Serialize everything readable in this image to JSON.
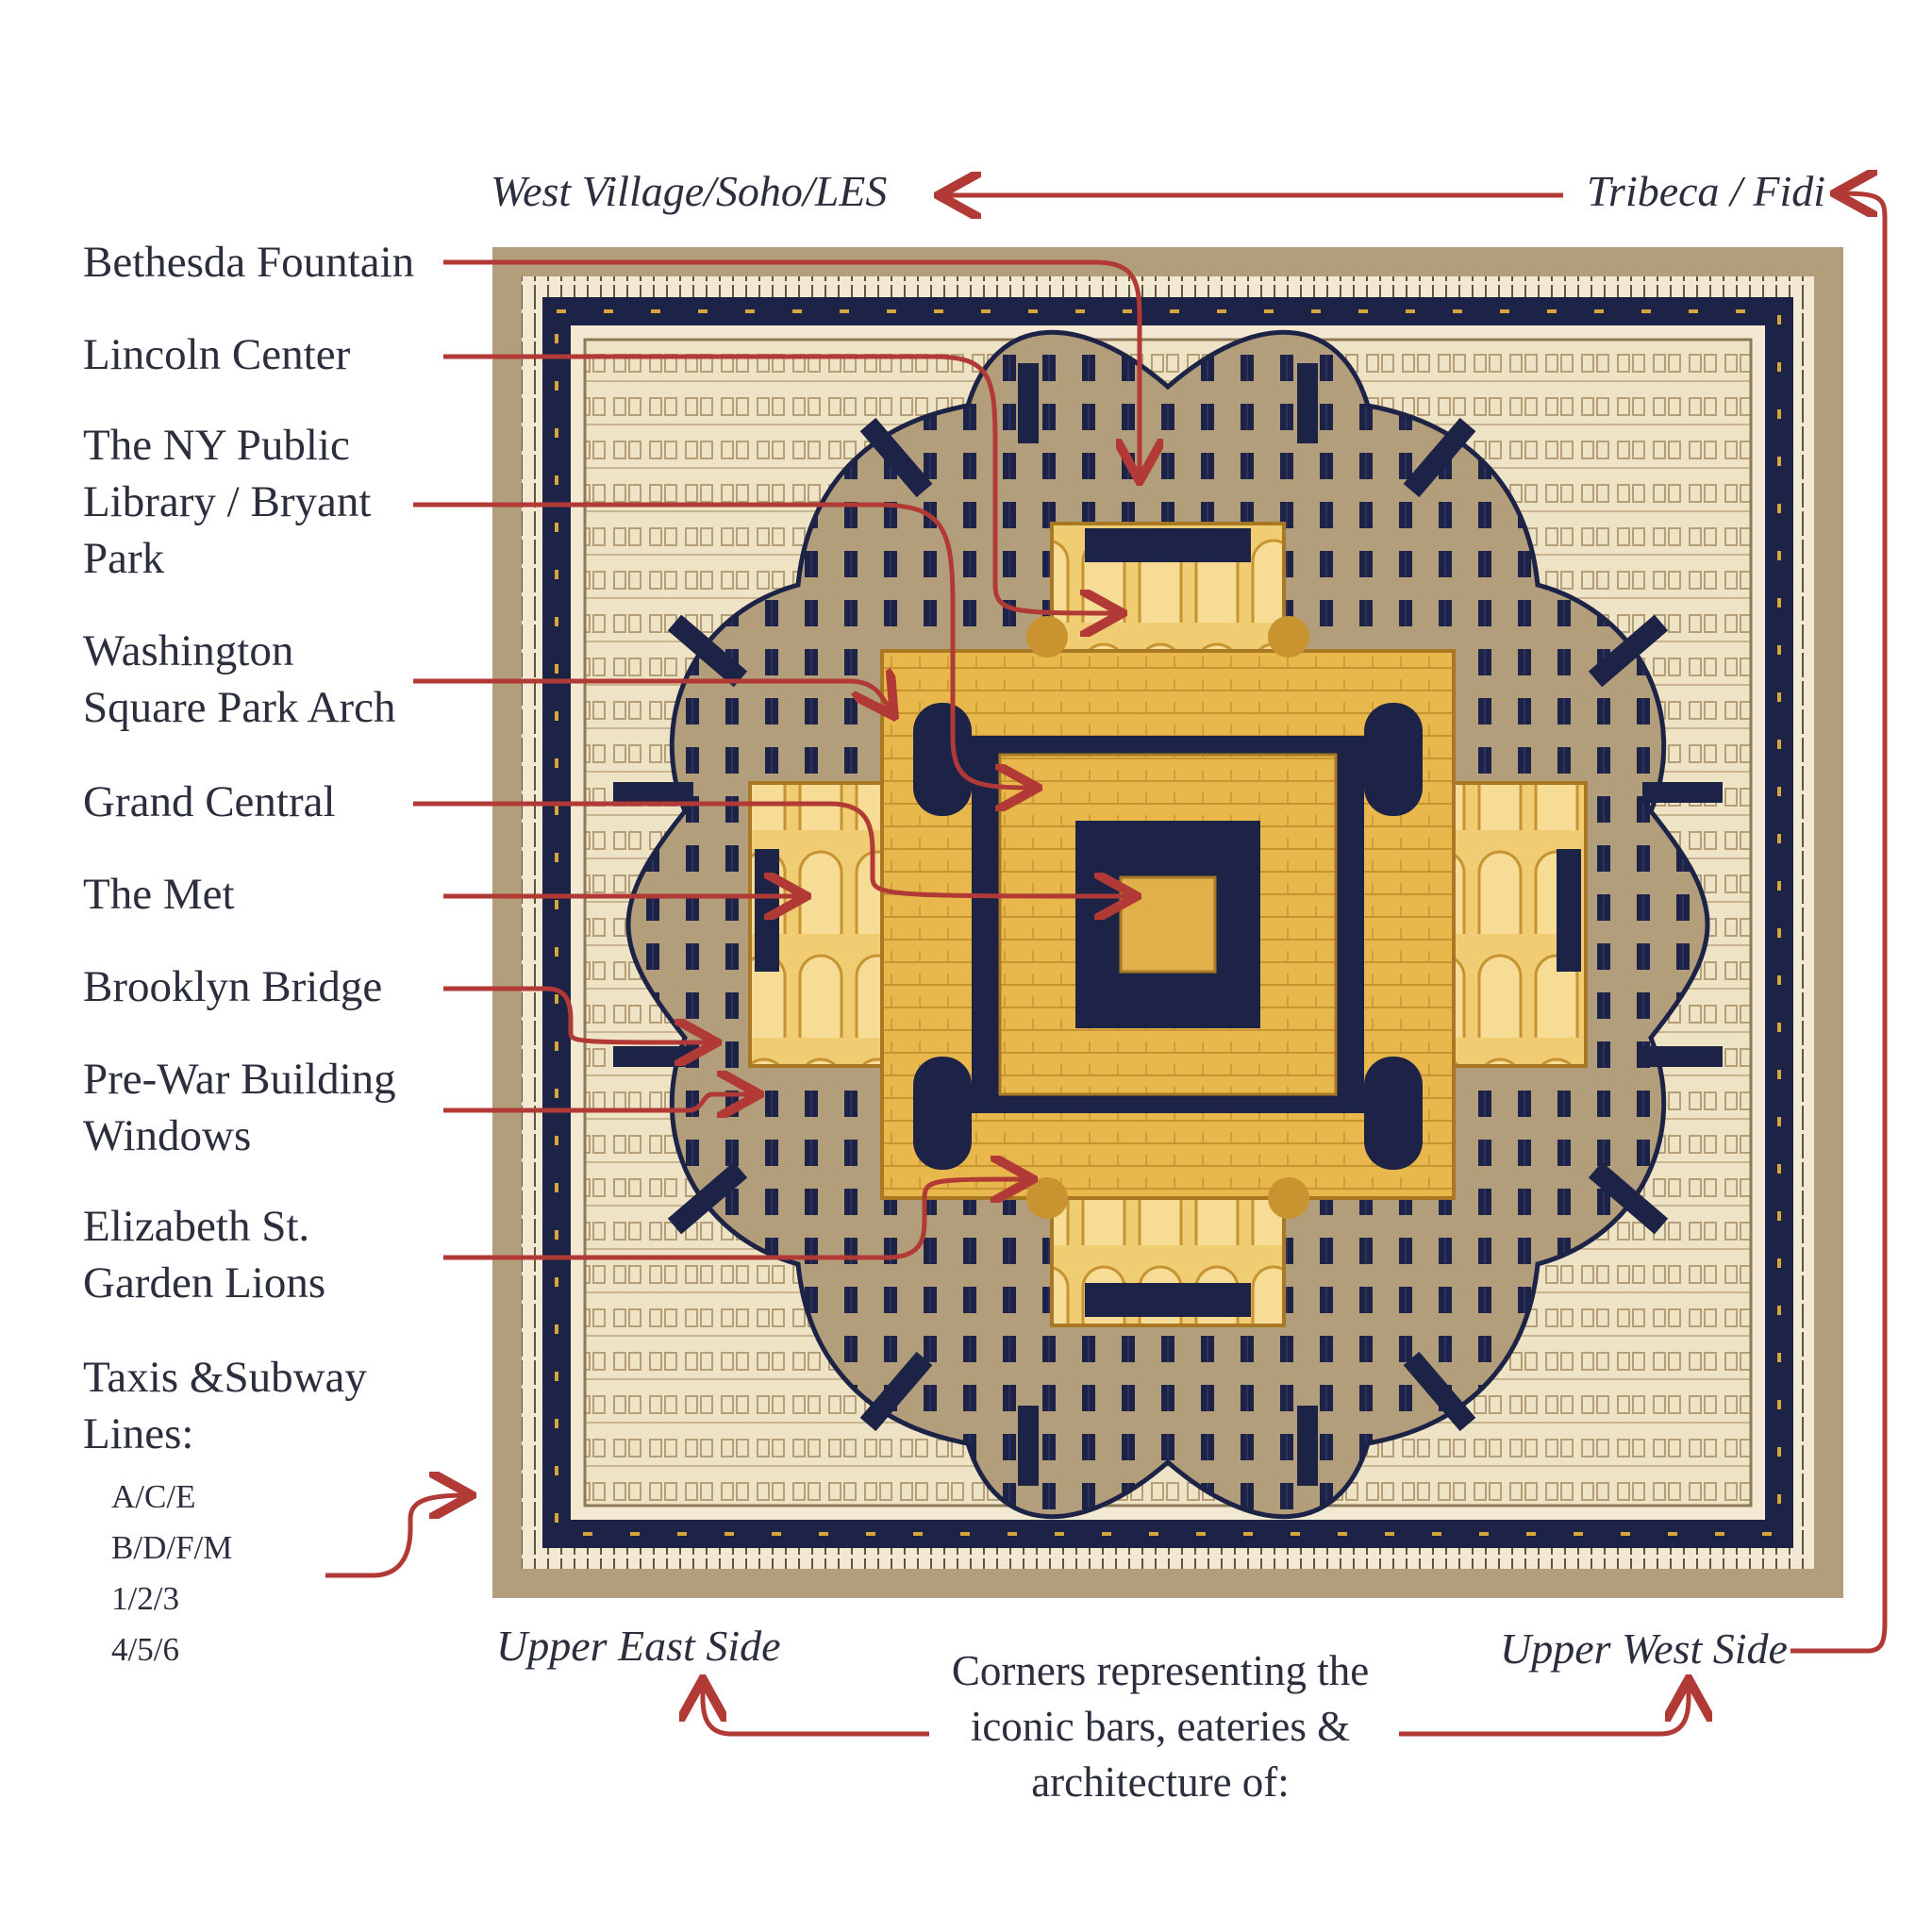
{
  "colors": {
    "arrow": "#b23a36",
    "text": "#2b2e3d",
    "scarf_khaki": "#b39e7b",
    "scarf_cream": "#f1e6cd",
    "scarf_navy": "#1d2346",
    "scarf_gold": "#e0b14a"
  },
  "corners": {
    "top_left": "West Village/Soho/LES",
    "top_right": "Tribeca / Fidi",
    "bottom_left": "Upper East Side",
    "bottom_right": "Upper West Side"
  },
  "labels": {
    "bethesda": "Bethesda Fountain",
    "lincoln": "Lincoln Center",
    "library": "The NY Public\nLibrary / Bryant\nPark",
    "washington": "Washington\nSquare Park Arch",
    "grand_central": "Grand Central",
    "met": "The Met",
    "brooklyn": "Brooklyn Bridge",
    "prewar": "Pre-War Building\nWindows",
    "lions": "Elizabeth St.\nGarden Lions",
    "taxis": "Taxis &Subway\nLines:"
  },
  "subway_lines": [
    "A/C/E",
    "B/D/F/M",
    "1/2/3",
    "4/5/6"
  ],
  "corner_note": "Corners representing the\niconic bars, eateries &\narchitecture of:",
  "icons": {
    "arrows": "curved-callout-arrow-icon",
    "scarf": "nyc-landmark-scarf-illustration"
  }
}
